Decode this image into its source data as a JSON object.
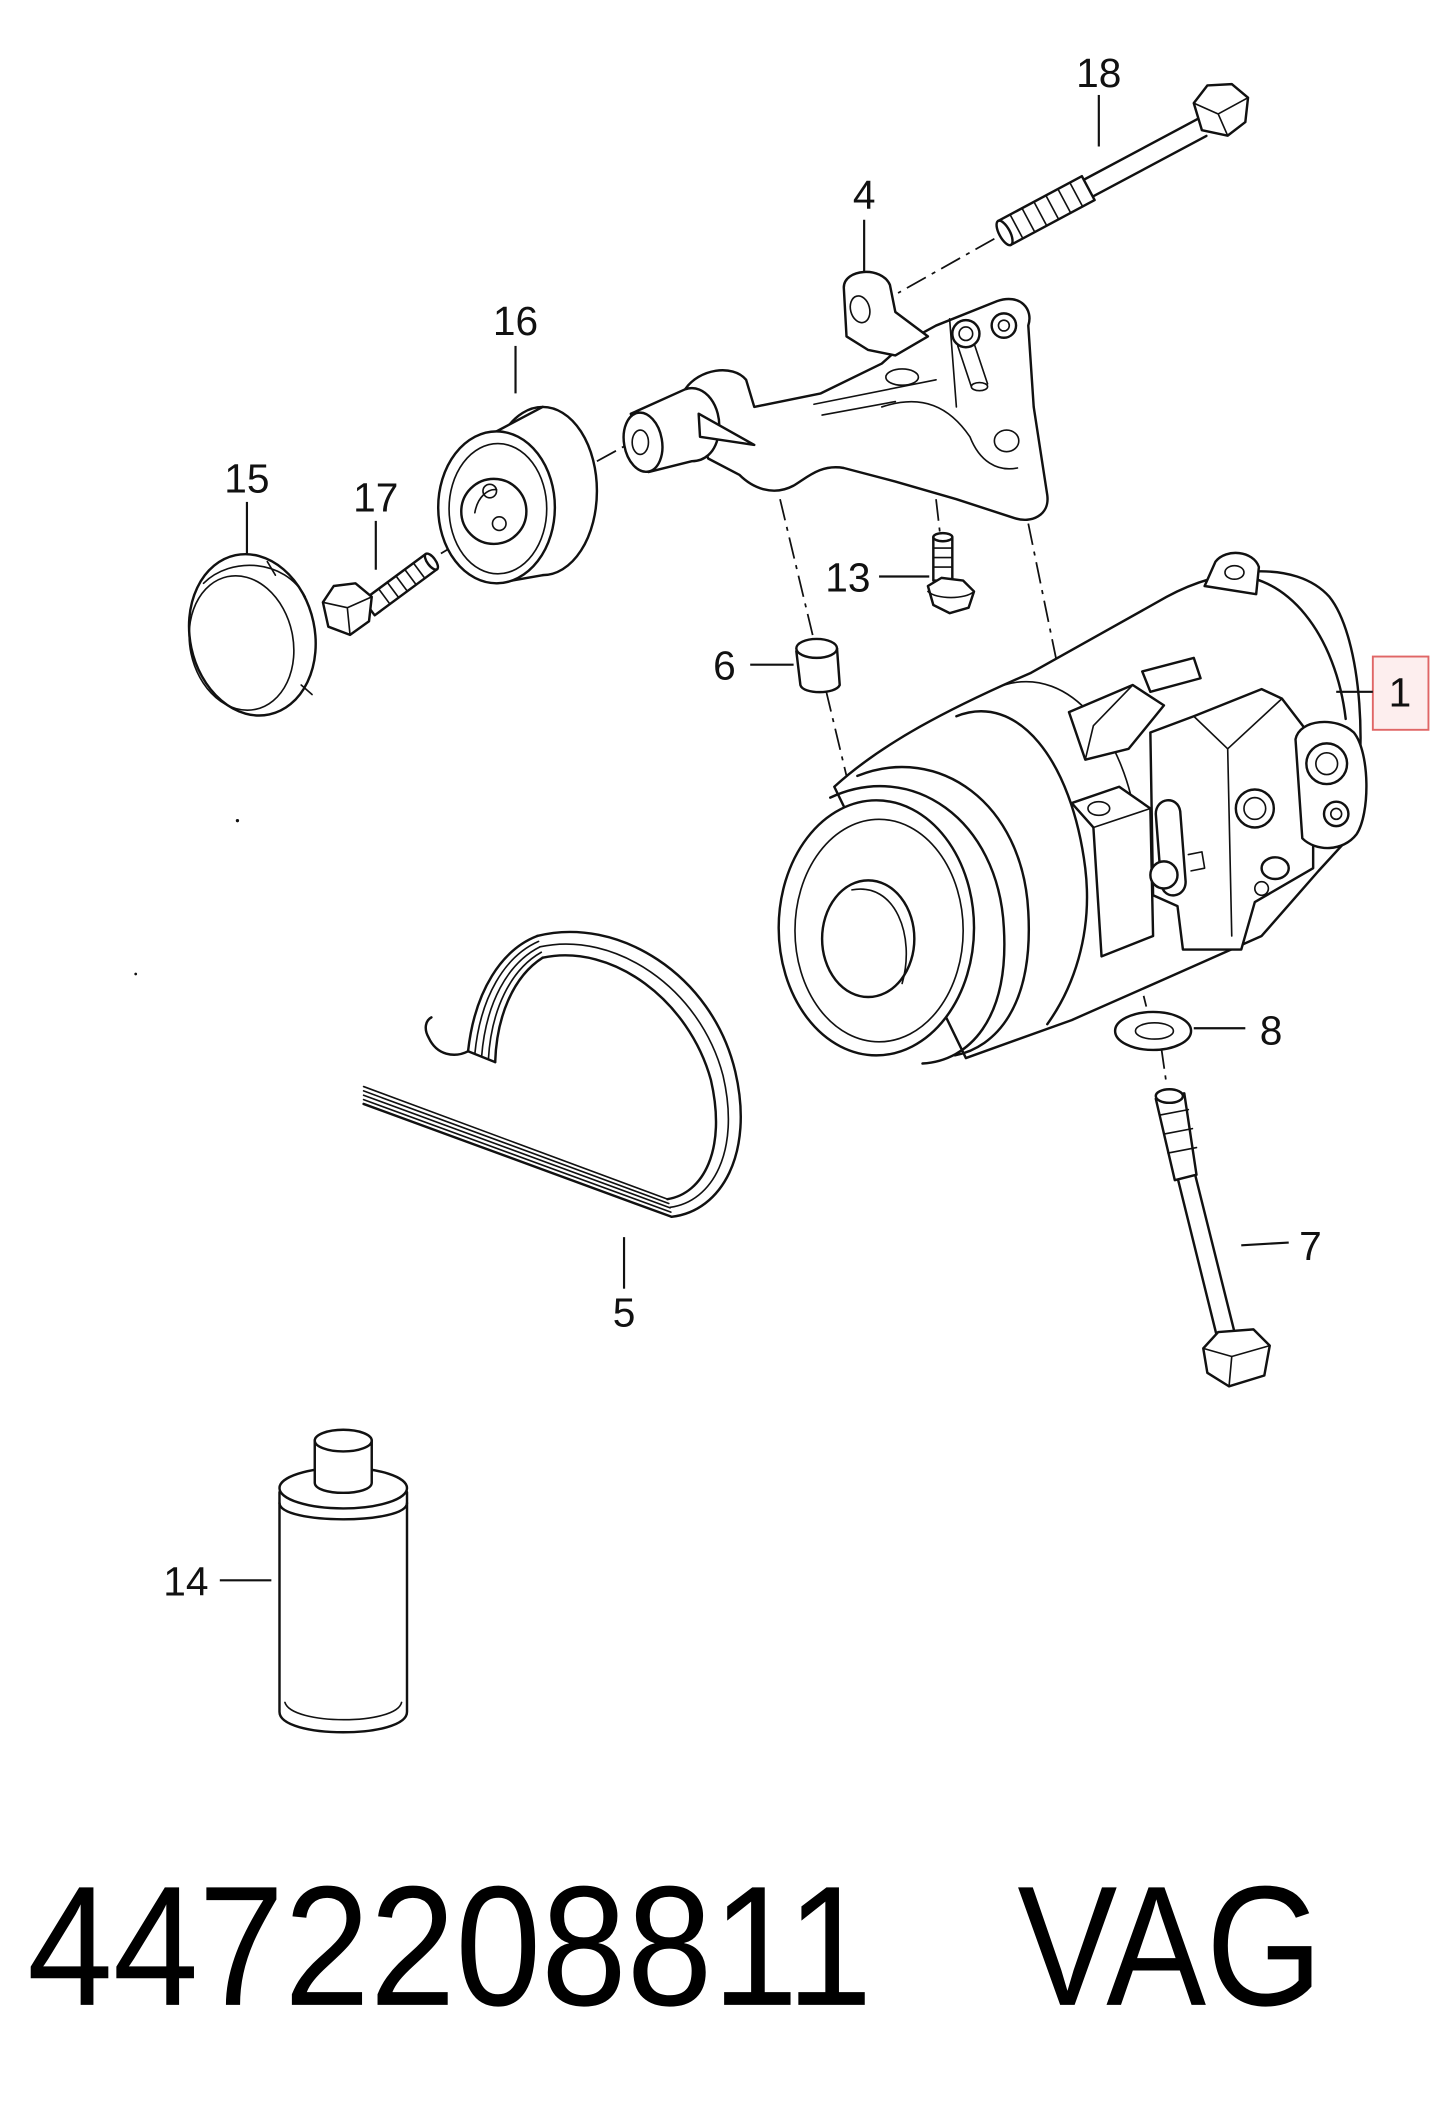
{
  "diagram": {
    "callouts": [
      {
        "label": "18"
      },
      {
        "label": "4"
      },
      {
        "label": "16"
      },
      {
        "label": "15"
      },
      {
        "label": "17"
      },
      {
        "label": "13"
      },
      {
        "label": "6"
      },
      {
        "label": "1",
        "highlighted": true
      },
      {
        "label": "8"
      },
      {
        "label": "7"
      },
      {
        "label": "5"
      },
      {
        "label": "14"
      }
    ],
    "colors": {
      "line": "#111111",
      "highlight_border": "#e06666",
      "highlight_fill": "#fdeeee"
    }
  },
  "caption": {
    "part_number": "4472208811",
    "brand": "VAG"
  }
}
